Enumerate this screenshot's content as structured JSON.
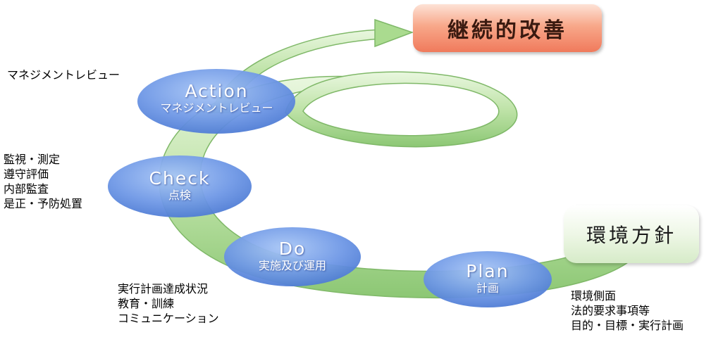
{
  "diagram": {
    "continual_improvement": "継続的改善",
    "environmental_policy": "環境方針",
    "stages": {
      "action": {
        "title": "Action",
        "subtitle": "マネジメントレビュー"
      },
      "check": {
        "title": "Check",
        "subtitle": "点検"
      },
      "do": {
        "title": "Do",
        "subtitle": "実施及び運用"
      },
      "plan": {
        "title": "Plan",
        "subtitle": "計画"
      }
    },
    "notes": {
      "action": [
        "マネジメントレビュー"
      ],
      "check": [
        "監視・測定",
        "遵守評価",
        "内部監査",
        "是正・予防処置"
      ],
      "do": [
        "実行計画達成状況",
        "教育・訓練",
        "コミュニケーション"
      ],
      "plan": [
        "環境側面",
        "法的要求事項等",
        "目的・目標・実行計画"
      ]
    },
    "colors": {
      "spiral_light": "#dff3cf",
      "spiral_dark": "#9ccf82",
      "ellipse_light": "#8fb4ef",
      "ellipse_dark": "#4e7fd8",
      "improvement_box": "#f48a6a",
      "policy_box": "#e6f3da"
    }
  }
}
